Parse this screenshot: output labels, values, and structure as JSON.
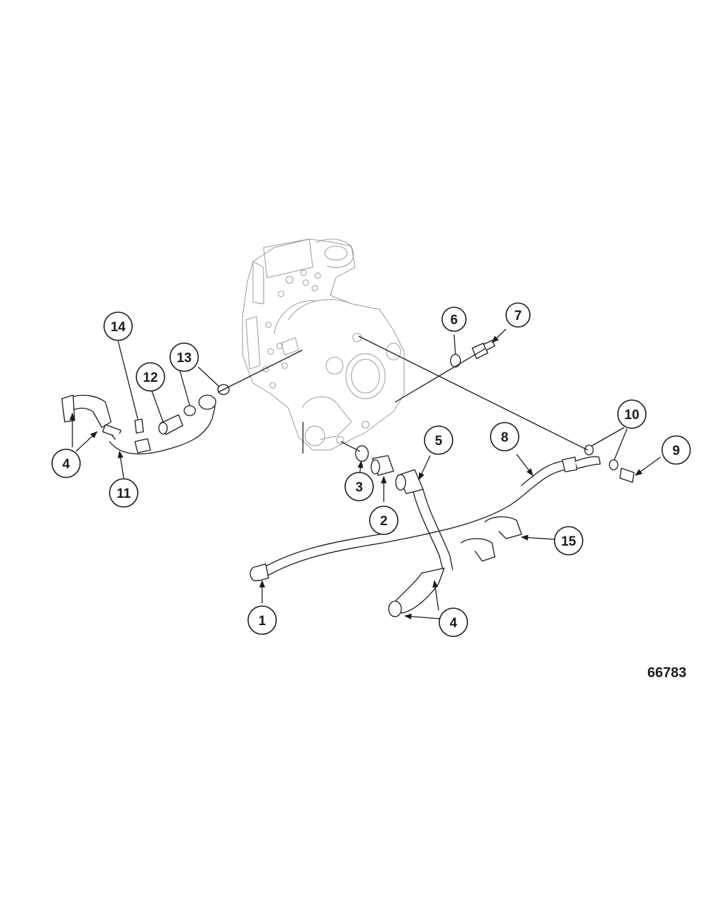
{
  "figure_number": "66783",
  "callouts": [
    "14",
    "12",
    "13",
    "4",
    "11",
    "6",
    "7",
    "10",
    "9",
    "5",
    "8",
    "3",
    "2",
    "15",
    "1",
    "4"
  ],
  "colors": {
    "line": "#1a1a1a",
    "faint": "#9a9a9a",
    "background": "#ffffff"
  }
}
